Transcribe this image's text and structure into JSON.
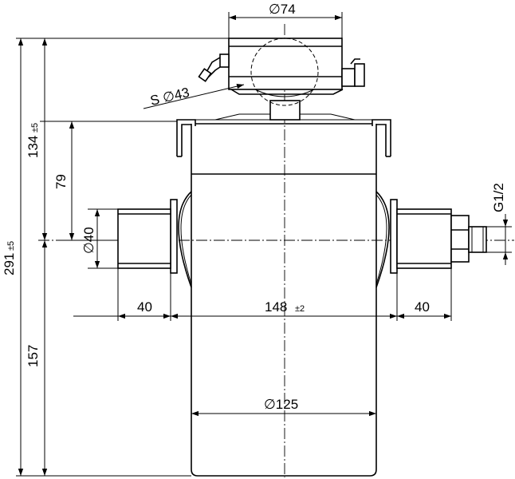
{
  "dimensions": {
    "top_diameter": "∅74",
    "sphere_radius": "S ∅43",
    "upper_height": "134",
    "upper_height_tol": "±5",
    "port_height": "79",
    "total_height": "291",
    "total_height_tol": "±5",
    "port_diameter": "∅40",
    "left_port_length": "40",
    "port_spacing": "148",
    "port_spacing_tol": "±2",
    "right_port_length": "40",
    "lower_height": "157",
    "body_diameter": "∅125",
    "thread": "G1/2"
  }
}
